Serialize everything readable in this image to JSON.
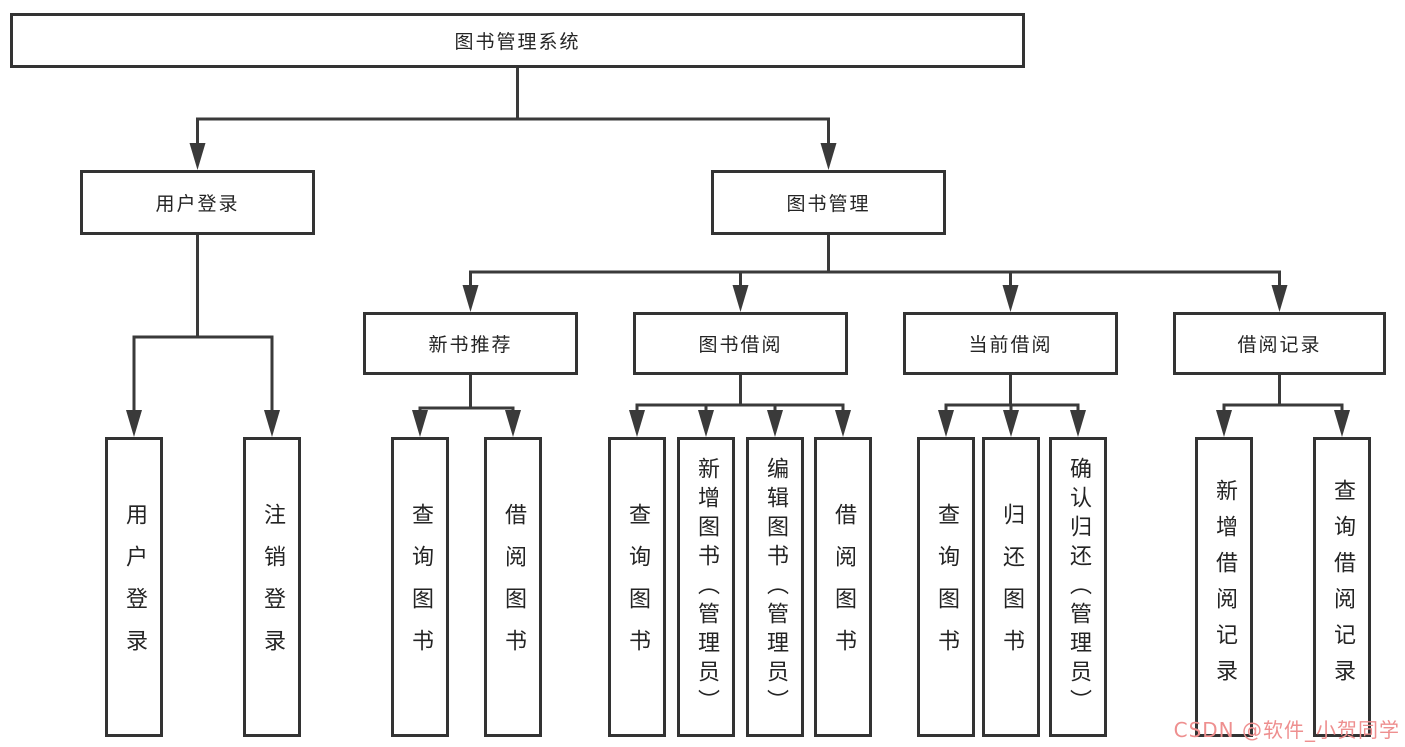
{
  "tree": {
    "root": {
      "label": "图书管理系统"
    },
    "branches": [
      {
        "label": "用户登录",
        "children": [
          {
            "label": "用户登录"
          },
          {
            "label": "注销登录"
          }
        ]
      },
      {
        "label": "图书管理",
        "children": [
          {
            "label": "新书推荐",
            "children": [
              {
                "label": "查询图书"
              },
              {
                "label": "借阅图书"
              }
            ]
          },
          {
            "label": "图书借阅",
            "children": [
              {
                "label": "查询图书"
              },
              {
                "label": "新增图书（管理员）"
              },
              {
                "label": "编辑图书（管理员）"
              },
              {
                "label": "借阅图书"
              }
            ]
          },
          {
            "label": "当前借阅",
            "children": [
              {
                "label": "查询图书"
              },
              {
                "label": "归还图书"
              },
              {
                "label": "确认归还（管理员）"
              }
            ]
          },
          {
            "label": "借阅记录",
            "children": [
              {
                "label": "新增借阅记录"
              },
              {
                "label": "查询借阅记录"
              }
            ]
          }
        ]
      }
    ]
  },
  "watermark": {
    "text": "CSDN @软件_小贺同学"
  },
  "colors": {
    "line": "#3a3a3a",
    "box_border": "#333333",
    "text": "#242424",
    "watermark": "#ee8f8f",
    "background": "#ffffff"
  }
}
